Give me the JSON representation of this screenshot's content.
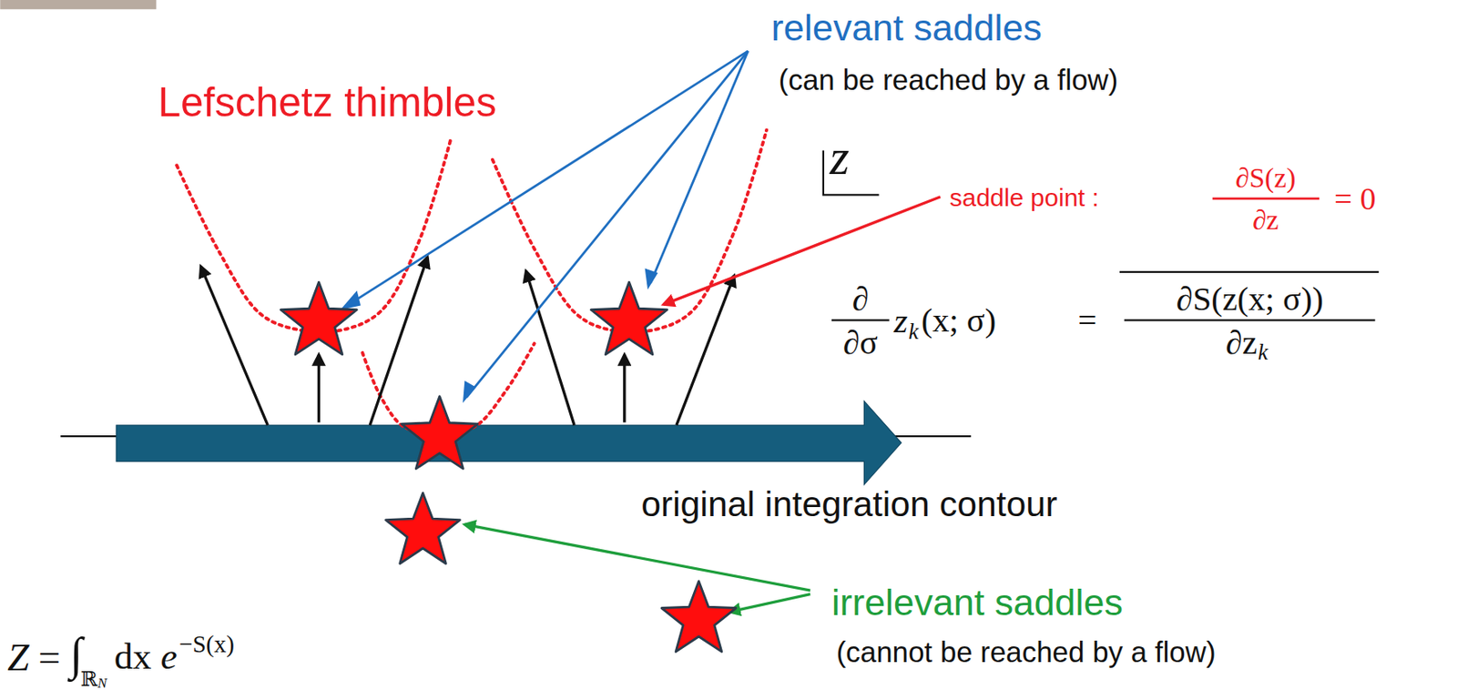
{
  "diagram": {
    "labels": [
      "relevant saddles",
      "(can be reached by a flow)",
      "Lefschetz thimbles",
      "z",
      "saddle point :",
      "∂S(z)",
      "∂z",
      "= 0",
      "∂",
      "∂σ",
      "z",
      "k",
      "(x; σ)",
      "=",
      "∂S(z(x; σ))",
      "∂z",
      "k",
      "original integration contour",
      "irrelevant saddles",
      "(cannot be reached by a flow)",
      "Z",
      "=",
      "∫",
      "ℝ",
      "N",
      "dx",
      "e",
      "−S(x)"
    ]
  }
}
